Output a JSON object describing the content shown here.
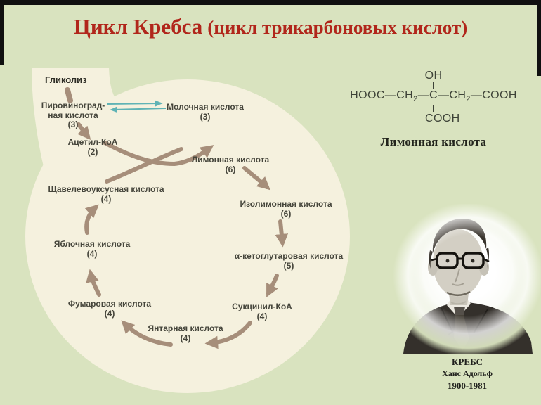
{
  "window": {
    "title_main": "Цикл Кребса",
    "title_paren": "(цикл трикарбоновых кислот)"
  },
  "diagram": {
    "glycolysis_label": "Гликолиз",
    "nodes": {
      "pyruvic_l1": "Пировиноград-",
      "pyruvic_l2": "ная кислота",
      "pyruvic_carbons": "(3)",
      "lactic": "Молочная кислота",
      "lactic_carbons": "(3)",
      "acetyl": "Ацетил-КоА",
      "acetyl_carbons": "(2)",
      "citric": "Лимонная кислота",
      "citric_carbons": "(6)",
      "isocitric": "Изолимонная кислота",
      "isocitric_carbons": "(6)",
      "alpha_ketoglutaric": "α-кетоглутаровая кислота",
      "alpha_ketoglutaric_carbons": "(5)",
      "succinyl": "Сукцинил-КоА",
      "succinyl_carbons": "(4)",
      "succinic": "Янтарная кислота",
      "succinic_carbons": "(4)",
      "fumaric": "Фумаровая кислота",
      "fumaric_carbons": "(4)",
      "malic": "Яблочная кислота",
      "malic_carbons": "(4)",
      "oxaloacetic": "Щавелевоуксусная кислота",
      "oxaloacetic_carbons": "(4)"
    }
  },
  "formula": {
    "oh": "OH",
    "main_1": "HOOC—CH",
    "sub_1": "2",
    "main_2": "—C—CH",
    "sub_2": "2",
    "main_3": "—COOH",
    "cooh": "COOH",
    "caption": "Лимонная кислота"
  },
  "scientist": {
    "surname": "КРЕБС",
    "given_names": "Ханс Адольф",
    "years": "1900-1981"
  },
  "colors": {
    "background": "#d9e3bf",
    "cycle_fill": "#f5f1de",
    "arrow_brown": "#a68e7a",
    "equilibrium_arrow_teal": "#5fb3b5",
    "title_red": "#b1261b"
  }
}
